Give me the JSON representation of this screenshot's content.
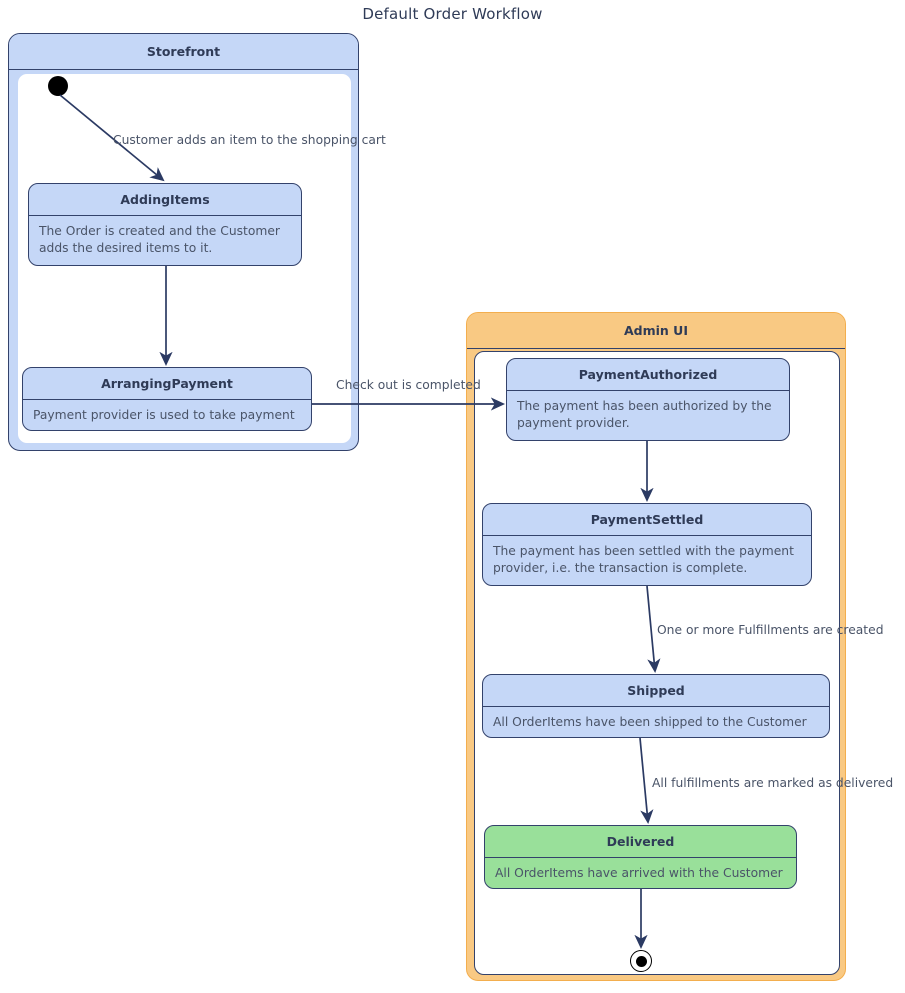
{
  "title": "Default Order Workflow",
  "colors": {
    "state_fill": "#c5d7f7",
    "state_border": "#33426b",
    "delivered_fill": "#99e09a",
    "adminui_header": "#f9c983",
    "adminui_border": "#f3ae4e",
    "storefront_header": "#c5d7f7",
    "text_dark": "#2f3b57",
    "text_body": "#4a5468",
    "edge": "#33426b"
  },
  "containers": [
    {
      "id": "storefront",
      "label": "Storefront"
    },
    {
      "id": "adminui",
      "label": "Admin UI"
    }
  ],
  "states": [
    {
      "id": "addingitems",
      "title": "AddingItems",
      "description": "The Order is created and the Customer adds the desired items to it."
    },
    {
      "id": "arrangingpayment",
      "title": "ArrangingPayment",
      "description": "Payment provider is used to take payment"
    },
    {
      "id": "paymentauthorized",
      "title": "PaymentAuthorized",
      "description": "The payment has been authorized by the payment provider."
    },
    {
      "id": "paymentsettled",
      "title": "PaymentSettled",
      "description": "The payment has been settled with the payment provider, i.e. the transaction is complete."
    },
    {
      "id": "shipped",
      "title": "Shipped",
      "description": "All OrderItems have been shipped to the Customer"
    },
    {
      "id": "delivered",
      "title": "Delivered",
      "description": "All OrderItems have arrived with the Customer"
    }
  ],
  "transitions": [
    {
      "id": "t1",
      "from": "initial",
      "to": "addingitems",
      "label": "Customer adds an item to the shopping cart"
    },
    {
      "id": "t2",
      "from": "addingitems",
      "to": "arrangingpayment",
      "label": ""
    },
    {
      "id": "t3",
      "from": "arrangingpayment",
      "to": "paymentauthorized",
      "label": "Check out is completed"
    },
    {
      "id": "t4",
      "from": "paymentauthorized",
      "to": "paymentsettled",
      "label": ""
    },
    {
      "id": "t5",
      "from": "paymentsettled",
      "to": "shipped",
      "label": "One or more Fulfillments are created"
    },
    {
      "id": "t6",
      "from": "shipped",
      "to": "delivered",
      "label": "All fulfillments are marked as delivered"
    },
    {
      "id": "t7",
      "from": "delivered",
      "to": "final",
      "label": ""
    }
  ]
}
